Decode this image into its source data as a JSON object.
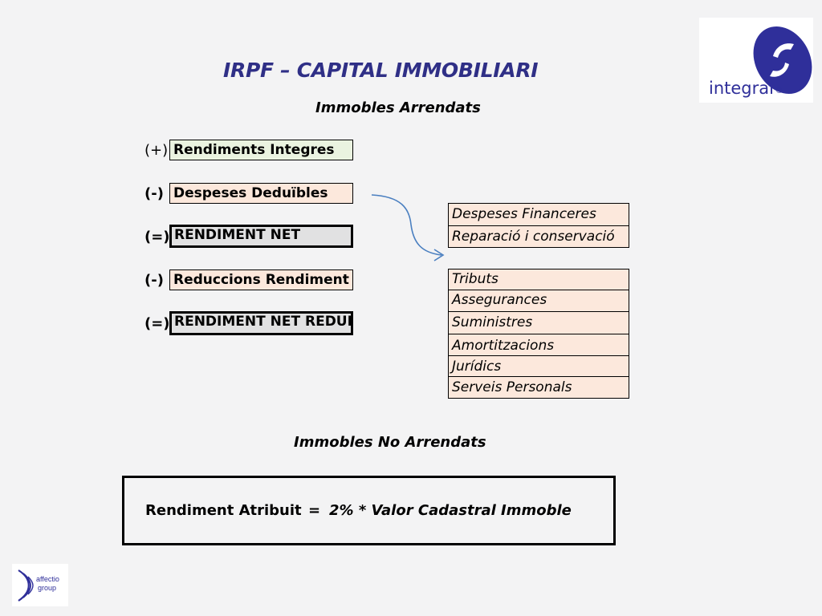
{
  "title": "IRPF – CAPITAL IMMOBILIARI",
  "section_rented": "Immobles Arrendats",
  "section_not_rented": "Immobles No Arrendats",
  "steps": [
    {
      "sign": "(+)",
      "label": "Rendiments Integres"
    },
    {
      "sign": "(-)",
      "label": "Despeses Deduïbles"
    },
    {
      "sign": "(=)",
      "label": "RENDIMENT NET"
    },
    {
      "sign": "(-)",
      "label": "Reduccions Rendiment"
    },
    {
      "sign": "(=)",
      "label": "RENDIMENT NET REDUIT"
    }
  ],
  "expenses_group1": [
    "Despeses Financeres",
    "Reparació i conservació"
  ],
  "expenses_group2": [
    "Tributs",
    "Assegurances",
    "Suministres",
    "Amortitzacions",
    "Jurídics",
    "Serveis Personals"
  ],
  "formula": {
    "left": "Rendiment Atribuit",
    "equals": "=",
    "right": "2% * Valor Cadastral Immoble"
  },
  "logo_integral": {
    "text": "integral",
    "mark": "®",
    "color": "#2f2f9a"
  },
  "logo_affectio": {
    "line1": "affectio",
    "line2": "group",
    "color": "#2f2f9a"
  },
  "colors": {
    "title": "#2f2f86",
    "green_box": "#eaf3e0",
    "peach_box": "#fce8dc",
    "gray_box": "#e1e1e2",
    "arrow": "#4a7fc0"
  }
}
